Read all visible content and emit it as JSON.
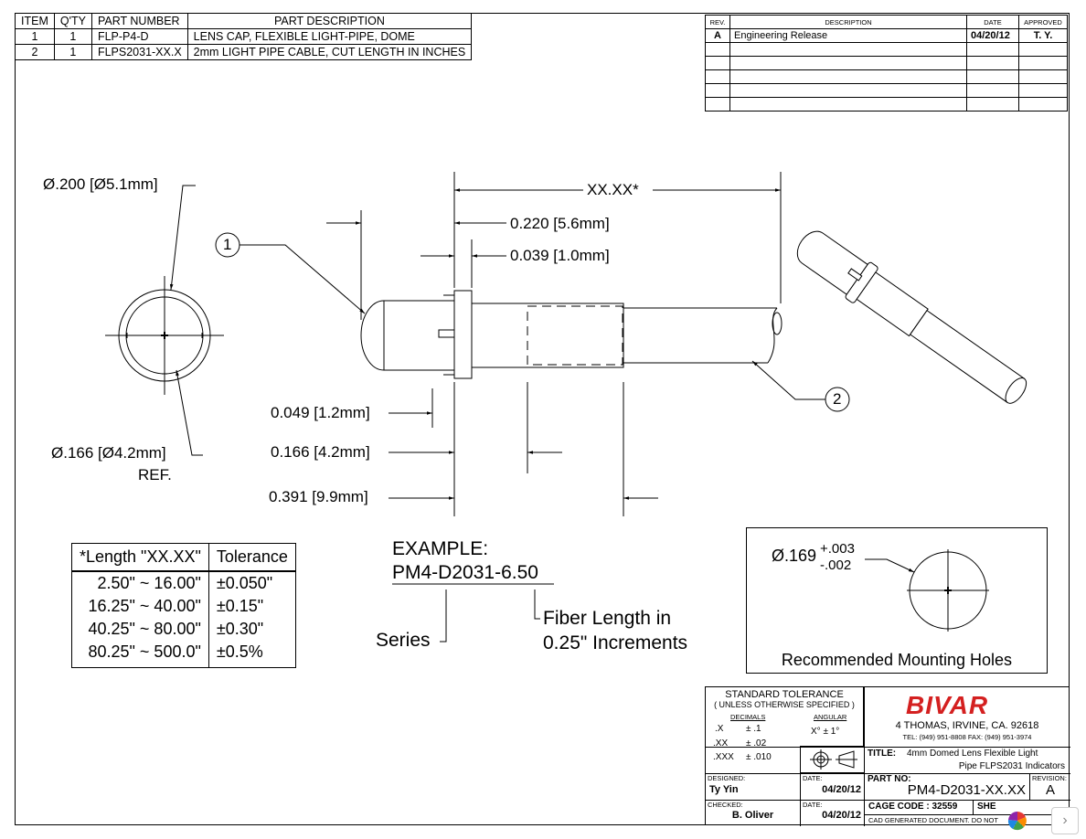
{
  "bom": {
    "headers": [
      "ITEM",
      "Q'TY",
      "PART NUMBER",
      "PART DESCRIPTION"
    ],
    "rows": [
      [
        "1",
        "1",
        "FLP-P4-D",
        "LENS CAP, FLEXIBLE LIGHT-PIPE, DOME"
      ],
      [
        "2",
        "1",
        "FLPS2031-XX.X",
        "2mm LIGHT PIPE CABLE, CUT LENGTH IN INCHES"
      ]
    ]
  },
  "revision_block": {
    "headers": [
      "REV.",
      "DESCRIPTION",
      "DATE",
      "APPROVED"
    ],
    "rows": [
      [
        "A",
        "Engineering Release",
        "04/20/12",
        "T. Y."
      ],
      [
        "",
        "",
        "",
        ""
      ],
      [
        "",
        "",
        "",
        ""
      ],
      [
        "",
        "",
        "",
        ""
      ],
      [
        "",
        "",
        "",
        ""
      ],
      [
        "",
        "",
        "",
        ""
      ]
    ]
  },
  "dimensions": {
    "outer_dia": "Ø.200 [Ø5.1mm]",
    "inner_dia": "Ø.166 [Ø4.2mm]",
    "inner_ref": "REF.",
    "overall_length": "XX.XX*",
    "d_220": "0.220 [5.6mm]",
    "d_039": "0.039 [1.0mm]",
    "d_049": "0.049 [1.2mm]",
    "d_166": "0.166 [4.2mm]",
    "d_391": "0.391 [9.9mm]",
    "balloon_1": "1",
    "balloon_2": "2"
  },
  "tolerance_table": {
    "headers": [
      "*Length \"XX.XX\"",
      "Tolerance"
    ],
    "rows": [
      [
        "2.50\" ~ 16.00\"",
        "±0.050\""
      ],
      [
        "16.25\" ~ 40.00\"",
        "±0.15\""
      ],
      [
        "40.25\" ~ 80.00\"",
        "±0.30\""
      ],
      [
        "80.25\" ~ 500.0\"",
        "±0.5%"
      ]
    ]
  },
  "example": {
    "title": "EXAMPLE:",
    "part_prefix": "PM4-D2031",
    "part_sep": "-",
    "part_suffix": "6.50",
    "series_label": "Series",
    "fiber_line1": "Fiber Length in",
    "fiber_line2": "0.25\" Increments"
  },
  "mounting": {
    "dia": "Ø.169",
    "tol_plus": "+.003",
    "tol_minus": "-.002",
    "caption": "Recommended Mounting Holes"
  },
  "title_block": {
    "std_tol_title": "STANDARD TOLERANCE",
    "std_tol_sub": "( UNLESS OTHERWISE SPECIFIED )",
    "decimals_label": "DECIMALS",
    "angular_label": "ANGULAR",
    "dec_rows": [
      [
        ".X",
        "± .1"
      ],
      [
        ".XX",
        "± .02"
      ],
      [
        ".XXX",
        "± .010"
      ]
    ],
    "angular_value": "X°   ± 1°",
    "designed_label": "DESIGNED:",
    "designed_by": "Ty Yin",
    "checked_label": "CHECKED:",
    "checked_by": "B. Oliver",
    "date_label": "DATE:",
    "designed_date": "04/20/12",
    "checked_date": "04/20/12",
    "company_logo": "BIVAR",
    "company_address": "4  THOMAS, IRVINE, CA. 92618",
    "company_phone": "TEL: (949) 951-8808     FAX: (949) 951-3974",
    "title_label": "TITLE:",
    "title_line1": "4mm Domed Lens Flexible Light",
    "title_line2": "Pipe FLPS2031 Indicators",
    "part_no_label": "PART NO:",
    "part_no": "PM4-D2031-XX.XX",
    "revision_label": "REVISION:",
    "revision": "A",
    "cage_code": "CAGE CODE :  32559",
    "sheet_label": "SHE",
    "cad_note": "CAD GENERATED DOCUMENT. DO NOT"
  },
  "colors": {
    "logo_red": "#d42020",
    "line": "#000000"
  }
}
